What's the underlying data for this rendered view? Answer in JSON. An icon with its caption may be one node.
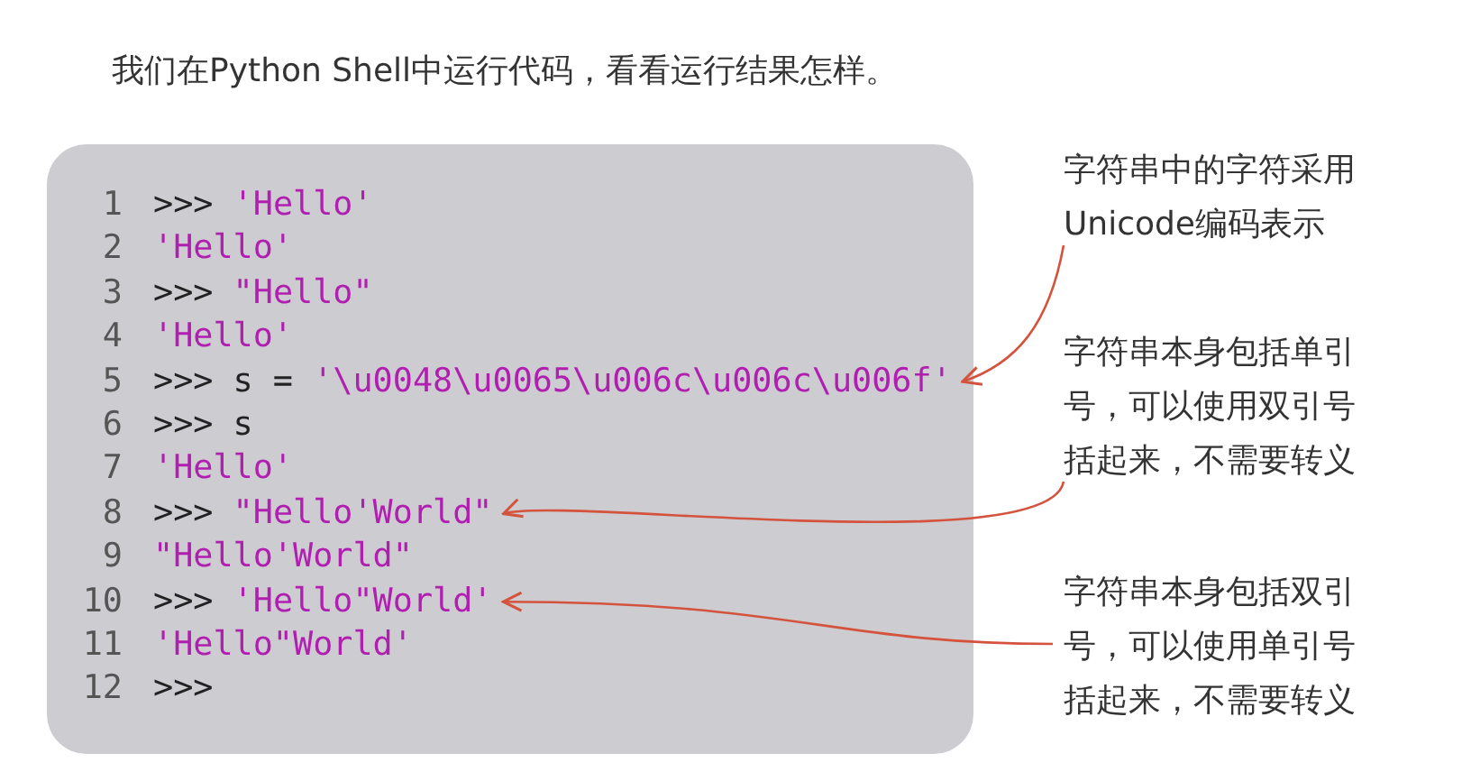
{
  "diagram": {
    "title": "我们在Python Shell中运行代码，看看运行结果怎样。",
    "nodes": [
      {
        "text": [],
        "shape": "box"
      },
      {
        "text": [
          "1",
          ">>>",
          "'Hello'"
        ],
        "in": 0
      },
      {
        "text": [
          "2",
          "'Hello'"
        ],
        "in": 0
      },
      {
        "text": [
          "3",
          ">>>",
          "\"Hello\""
        ],
        "in": 0
      },
      {
        "text": [
          "4",
          "'Hello'"
        ],
        "in": 0
      },
      {
        "text": [
          "5",
          ">>> s =",
          "'\\u0048\\u0065\\u006c\\u006c\\u006f'"
        ],
        "in": 0
      },
      {
        "text": [
          "6",
          ">>> s"
        ],
        "in": 0
      },
      {
        "text": [
          "7",
          "'Hello'"
        ],
        "in": 0
      },
      {
        "text": [
          "8",
          ">>>",
          "\"Hello'World\""
        ],
        "in": 0
      },
      {
        "text": [
          "9",
          "\"Hello'World\""
        ],
        "in": 0
      },
      {
        "text": [
          "10",
          ">>>",
          "'Hello\"World'"
        ],
        "in": 0
      },
      {
        "text": [
          "11",
          "'Hello\"World'"
        ],
        "in": 0
      },
      {
        "text": [
          "12",
          ">>>"
        ],
        "in": 0
      },
      {
        "text": [
          "字符串中的字符采用Unicode编码表示"
        ]
      },
      {
        "text": [
          "字符串本身包括单引号，可以使用双引号括起来，不需要转义"
        ]
      },
      {
        "text": [
          "字符串本身包括双引号，可以使用单引号括起来，不需要转义"
        ]
      }
    ],
    "edges": [
      {
        "from": 13,
        "to": 5,
        "arrow": "to"
      },
      {
        "from": 14,
        "to": 8,
        "arrow": "to"
      },
      {
        "from": 15,
        "to": 10,
        "arrow": "to"
      }
    ]
  }
}
